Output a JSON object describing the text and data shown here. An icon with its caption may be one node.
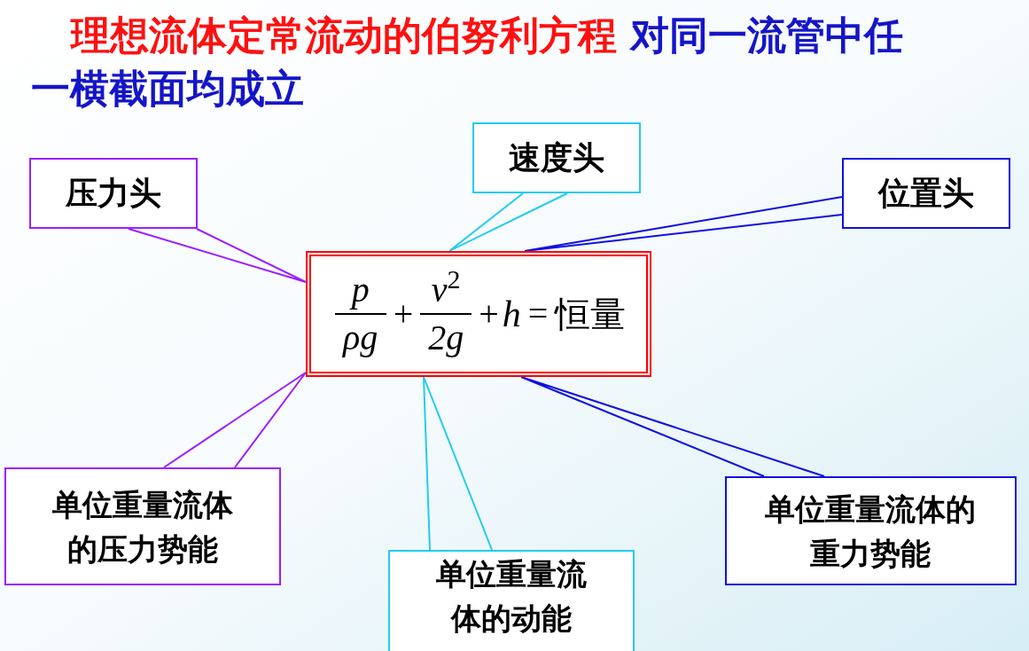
{
  "diagram": {
    "title": "理想流体定常流动的伯努利方程",
    "nodes": [
      {
        "text": [
          "压力头"
        ]
      },
      {
        "text": [
          "速度头"
        ]
      },
      {
        "text": [
          "位置头"
        ]
      },
      {
        "text": [
          "p",
          "ρg",
          "+",
          "*v*$^{2}$",
          "2g",
          "+",
          "h",
          "=",
          "恒量"
        ]
      },
      {
        "text": [
          "单位重量流体的压力势能"
        ]
      },
      {
        "text": [
          "单位重量流体的动能"
        ]
      },
      {
        "text": [
          "单位重量流体的重力势能"
        ]
      }
    ],
    "edges": [
      {
        "from": 0,
        "to": 3,
        "arrow": "none",
        "color": "#9b1fff"
      },
      {
        "from": 1,
        "to": 3,
        "arrow": "none",
        "color": "#22ccf0"
      },
      {
        "from": 2,
        "to": 3,
        "arrow": "none",
        "color": "#1010e0"
      },
      {
        "from": 4,
        "to": 3,
        "arrow": "none",
        "color": "#9b1fff"
      },
      {
        "from": 5,
        "to": 3,
        "arrow": "none",
        "color": "#22ccf0"
      },
      {
        "from": 6,
        "to": 3,
        "arrow": "none",
        "color": "#1010e0"
      }
    ],
    "labels": [
      "对同一流管中任一横截面均成立"
    ]
  }
}
